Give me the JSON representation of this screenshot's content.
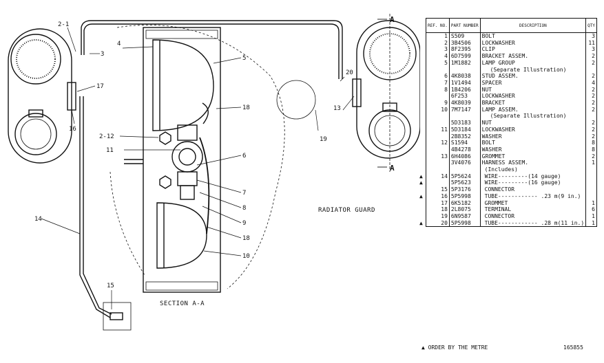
{
  "diagram": {
    "section_label": "SECTION A-A",
    "radiator_guard_label": "RADIATOR GUARD",
    "section_marks": [
      "A",
      "A"
    ],
    "callouts": [
      "2-1",
      "3",
      "4",
      "5",
      "17",
      "16",
      "18",
      "2-12",
      "11",
      "6",
      "7",
      "8",
      "9",
      "18",
      "10",
      "14",
      "15",
      "20",
      "13",
      "19"
    ]
  },
  "table": {
    "headers": {
      "ref": "REF. NO.",
      "part": "PART NUMBER",
      "description": "DESCRIPTION",
      "qty": "QTY"
    },
    "rows": [
      {
        "ref": "1",
        "part": "S509",
        "desc": "BOLT",
        "qty": "3",
        "mark": ""
      },
      {
        "ref": "2",
        "part": "3B4506",
        "desc": "LOCKWASHER",
        "qty": "11",
        "mark": ""
      },
      {
        "ref": "3",
        "part": "8F2395",
        "desc": "CLIP",
        "qty": "3",
        "mark": ""
      },
      {
        "ref": "4",
        "part": "6D7599",
        "desc": "BRACKET ASSEM.",
        "qty": "2",
        "mark": ""
      },
      {
        "ref": "5",
        "part": "1M1882",
        "desc": "LAMP GROUP",
        "qty": "2",
        "mark": ""
      },
      {
        "ref": "",
        "part": "",
        "desc": "(Separate Illustration)",
        "qty": "",
        "mark": "",
        "indent": 1
      },
      {
        "ref": "6",
        "part": "4K8038",
        "desc": "STUD ASSEM.",
        "qty": "2",
        "mark": ""
      },
      {
        "ref": "7",
        "part": "1V1494",
        "desc": "SPACER",
        "qty": "4",
        "mark": ""
      },
      {
        "ref": "8",
        "part": "1B4206",
        "desc": "NUT",
        "qty": "2",
        "mark": ""
      },
      {
        "ref": "",
        "part": "6F253",
        "desc": "LOCKWASHER",
        "qty": "2",
        "mark": ""
      },
      {
        "ref": "9",
        "part": "4K8039",
        "desc": "BRACKET",
        "qty": "2",
        "mark": ""
      },
      {
        "ref": "10",
        "part": "7M7147",
        "desc": "LAMP ASSEM.",
        "qty": "2",
        "mark": ""
      },
      {
        "ref": "",
        "part": "",
        "desc": "(Separate Illustration)",
        "qty": "",
        "mark": "",
        "indent": 1
      },
      {
        "ref": "",
        "part": "5D3183",
        "desc": "NUT",
        "qty": "2",
        "mark": ""
      },
      {
        "ref": "11",
        "part": "5D3184",
        "desc": "LOCKWASHER",
        "qty": "2",
        "mark": ""
      },
      {
        "ref": "",
        "part": "2B8352",
        "desc": "WASHER",
        "qty": "2",
        "mark": ""
      },
      {
        "ref": "12",
        "part": "S1594",
        "desc": "BOLT",
        "qty": "8",
        "mark": ""
      },
      {
        "ref": "",
        "part": "4B4278",
        "desc": "WASHER",
        "qty": "8",
        "mark": ""
      },
      {
        "ref": "13",
        "part": "6H4086",
        "desc": "GROMMET",
        "qty": "2",
        "mark": ""
      },
      {
        "ref": "",
        "part": "3V4076",
        "desc": "HARNESS ASSEM.",
        "qty": "1",
        "mark": ""
      },
      {
        "ref": "",
        "part": "",
        "desc": "(Includes)",
        "qty": "",
        "mark": "",
        "indent": 2
      },
      {
        "ref": "14",
        "part": "5P5624",
        "desc": "WIRE---------(14 gauge)",
        "qty": "",
        "mark": "▲",
        "indent": 2
      },
      {
        "ref": "",
        "part": "5P5623",
        "desc": "WIRE---------(16 gauge)",
        "qty": "",
        "mark": "▲",
        "indent": 2
      },
      {
        "ref": "15",
        "part": "5P3176",
        "desc": "CONNECTOR",
        "qty": "",
        "mark": "",
        "indent": 2
      },
      {
        "ref": "16",
        "part": "5P5998",
        "desc": "TUBE------------ .23 m(9 in.)",
        "qty": "",
        "mark": "▲",
        "indent": 2
      },
      {
        "ref": "17",
        "part": "6K5182",
        "desc": "GROMMET",
        "qty": "1",
        "mark": "",
        "indent": 2
      },
      {
        "ref": "18",
        "part": "2L8075",
        "desc": "TERMINAL",
        "qty": "6",
        "mark": "",
        "indent": 2
      },
      {
        "ref": "19",
        "part": "6N9587",
        "desc": "CONNECTOR",
        "qty": "1",
        "mark": "",
        "indent": 2
      },
      {
        "ref": "20",
        "part": "5P5998",
        "desc": "TUBE------------ .28 m(11 in.)",
        "qty": "1",
        "mark": "▲",
        "indent": 2
      }
    ]
  },
  "footnote": "▲ ORDER BY THE METRE",
  "doc_number": "165855"
}
